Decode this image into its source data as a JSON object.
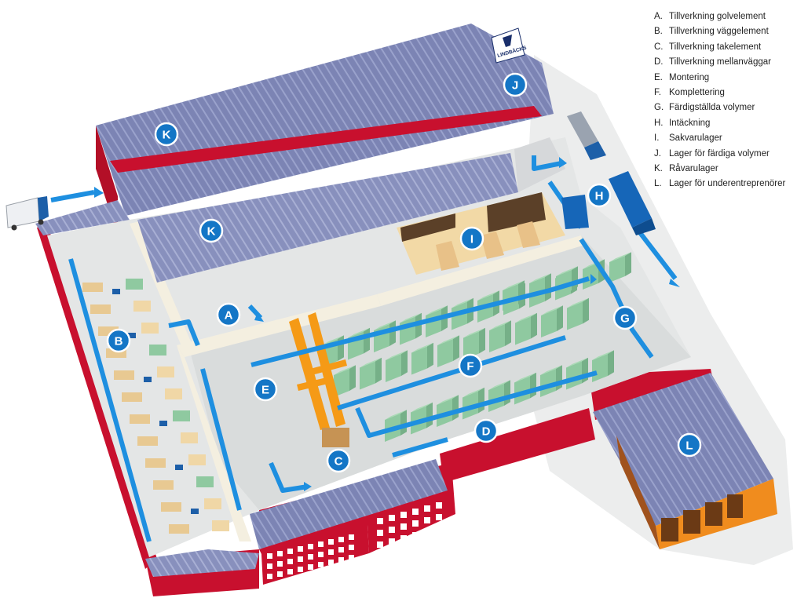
{
  "legend": [
    {
      "key": "A.",
      "label": "Tillverkning golvelement"
    },
    {
      "key": "B.",
      "label": "Tillverkning väggelement"
    },
    {
      "key": "C.",
      "label": "Tillverkning takelement"
    },
    {
      "key": "D.",
      "label": "Tillverkning mellanväggar"
    },
    {
      "key": "E.",
      "label": "Montering"
    },
    {
      "key": "F.",
      "label": "Komplettering"
    },
    {
      "key": "G.",
      "label": "Färdigställda volymer"
    },
    {
      "key": "H.",
      "label": "Intäckning"
    },
    {
      "key": "I.",
      "label": "Sakvarulager"
    },
    {
      "key": "J.",
      "label": "Lager för färdiga volymer"
    },
    {
      "key": "K.",
      "label": "Råvarulager"
    },
    {
      "key": "L.",
      "label": "Lager för underentreprenörer"
    }
  ],
  "markers": [
    "A",
    "B",
    "C",
    "D",
    "E",
    "F",
    "G",
    "H",
    "I",
    "J",
    "K",
    "K",
    "L"
  ],
  "logo": "LINDBÄCKS",
  "colors": {
    "marker": "#1476c6",
    "arrow": "#1e8fe0",
    "wall_red": "#c8102e",
    "roof": "#7d86b3",
    "floor": "#e4e6e6",
    "module": "#8fc9a0",
    "orange": "#f08c1e"
  }
}
